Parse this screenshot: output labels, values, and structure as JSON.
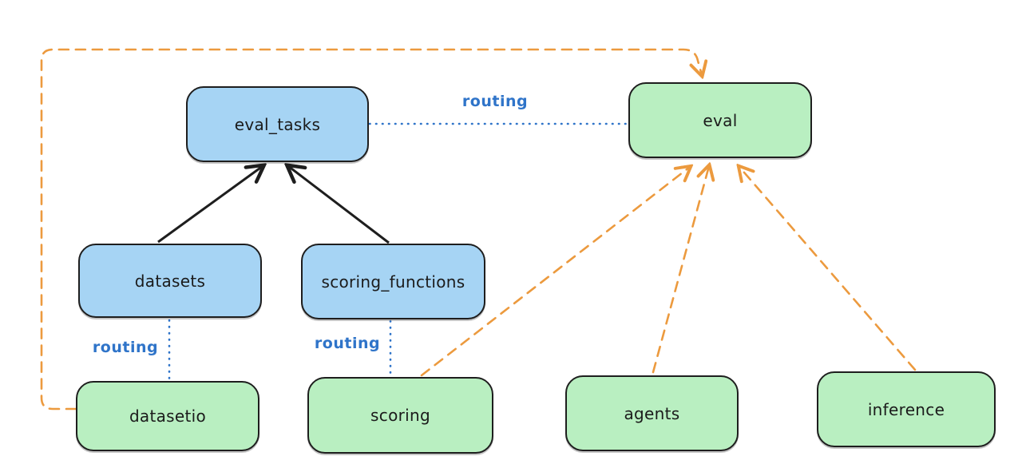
{
  "diagram": {
    "background": "#ffffff",
    "colors": {
      "stroke": "#1e1e1e",
      "blue_fill": "#a6d4f4",
      "green_fill": "#b9efc1",
      "routing_blue": "#2f74c9",
      "orange": "#ec9a3e"
    },
    "nodes": {
      "eval_tasks": {
        "label": "eval_tasks",
        "fill": "blue"
      },
      "eval": {
        "label": "eval",
        "fill": "green"
      },
      "datasets": {
        "label": "datasets",
        "fill": "blue"
      },
      "scoring_functions": {
        "label": "scoring_functions",
        "fill": "blue"
      },
      "datasetio": {
        "label": "datasetio",
        "fill": "green"
      },
      "scoring": {
        "label": "scoring",
        "fill": "green"
      },
      "agents": {
        "label": "agents",
        "fill": "green"
      },
      "inference": {
        "label": "inference",
        "fill": "green"
      }
    },
    "edges": [
      {
        "from": "eval_tasks",
        "to": "eval",
        "style": "dotted-blue",
        "label": "routing"
      },
      {
        "from": "datasets",
        "to": "datasetio",
        "style": "dotted-blue",
        "label": "routing"
      },
      {
        "from": "scoring_functions",
        "to": "scoring",
        "style": "dotted-blue",
        "label": "routing"
      },
      {
        "from": "datasets",
        "to": "eval_tasks",
        "style": "solid-black-arrow"
      },
      {
        "from": "scoring_functions",
        "to": "eval_tasks",
        "style": "solid-black-arrow"
      },
      {
        "from": "scoring",
        "to": "eval",
        "style": "dashed-orange-arrow"
      },
      {
        "from": "agents",
        "to": "eval",
        "style": "dashed-orange-arrow"
      },
      {
        "from": "inference",
        "to": "eval",
        "style": "dashed-orange-arrow"
      },
      {
        "from": "datasetio",
        "to": "eval",
        "style": "dashed-orange-arrow"
      }
    ]
  }
}
